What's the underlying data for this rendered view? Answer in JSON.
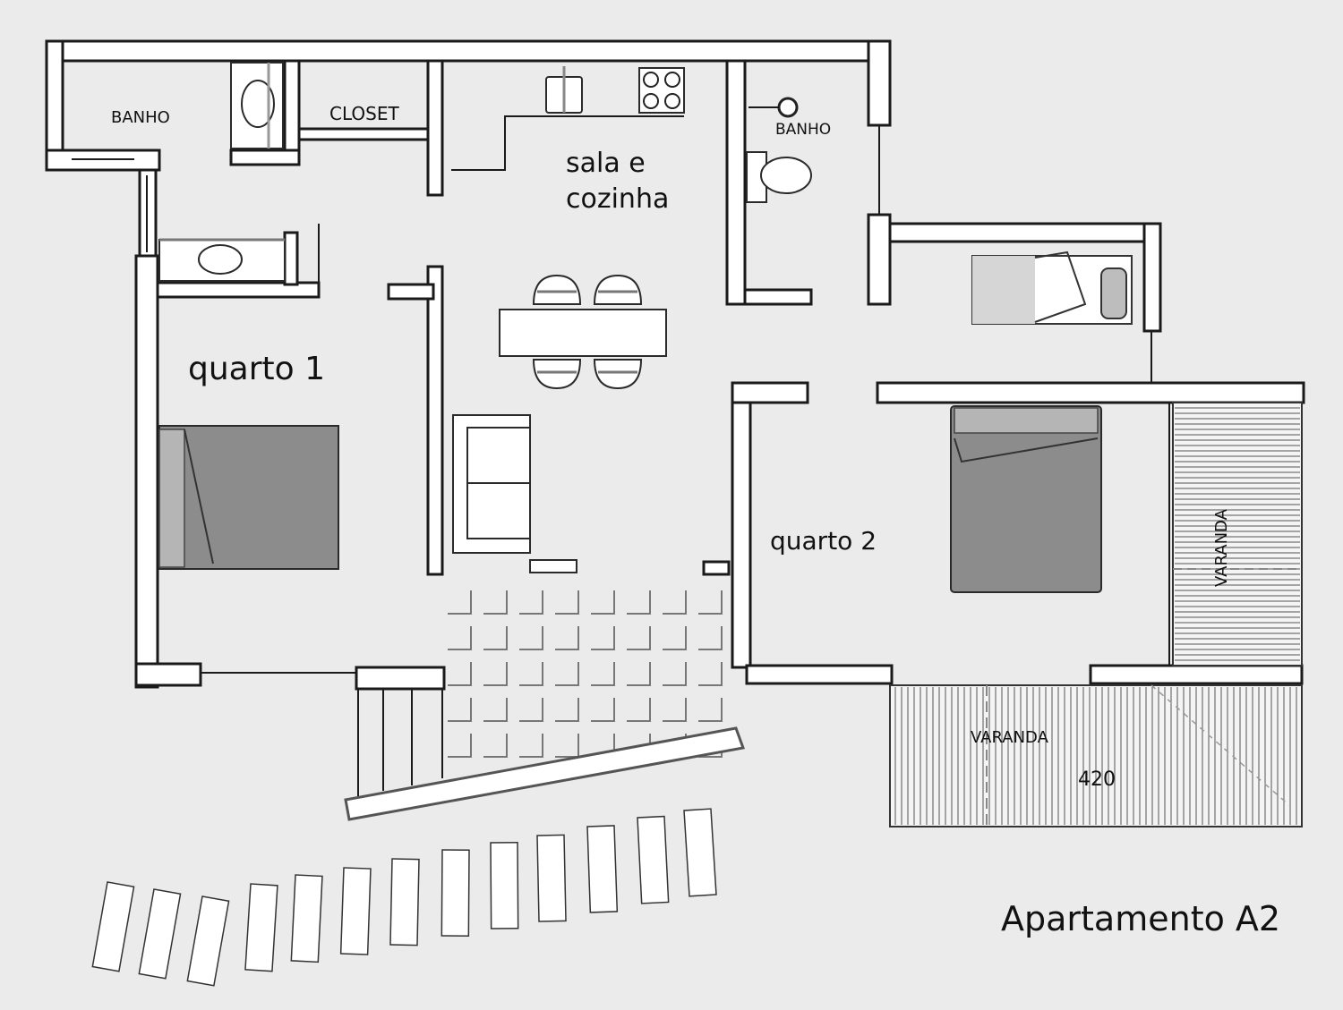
{
  "title": "Apartamento A2",
  "rooms": {
    "banho_1": "BANHO",
    "closet": "CLOSET",
    "sala_line1": "sala e",
    "sala_line2": "cozinha",
    "banho_2": "BANHO",
    "quarto_1": "quarto 1",
    "quarto_2": "quarto 2",
    "varanda_1": "VARANDA",
    "varanda_2": "VARANDA"
  },
  "dimension": "420",
  "colors": {
    "background": "#ebebeb",
    "wall": "#1a1a1a",
    "bed": "#8c8c8c"
  }
}
